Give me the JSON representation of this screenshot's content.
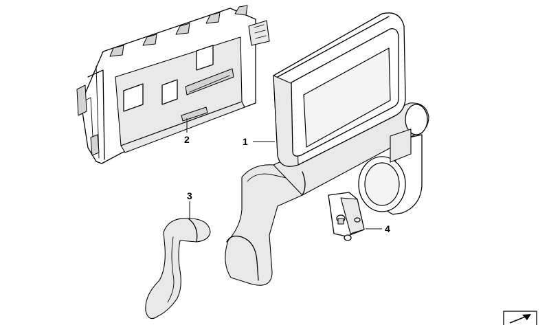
{
  "callouts": {
    "part1": "1",
    "part2": "2",
    "part3": "3",
    "part4": "4"
  },
  "icons": {
    "corner": "return-arrow-icon"
  }
}
